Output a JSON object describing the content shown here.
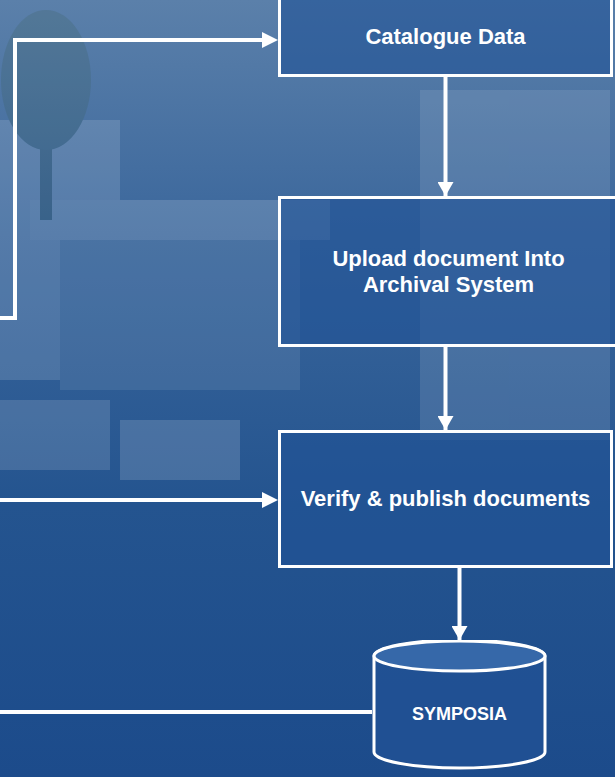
{
  "diagram": {
    "nodes": [
      {
        "text": [
          "Catalogue Data"
        ]
      },
      {
        "text": [
          "Upload document Into Archival System"
        ]
      },
      {
        "text": [
          "Verify & publish documents"
        ]
      },
      {
        "text": [
          "SYMPOSIA"
        ]
      }
    ],
    "edges": [
      {
        "from": 0,
        "to": 1,
        "arrow": "to"
      },
      {
        "from": 1,
        "to": 2,
        "arrow": "to"
      },
      {
        "from": 2,
        "to": 3,
        "arrow": "to"
      }
    ]
  }
}
